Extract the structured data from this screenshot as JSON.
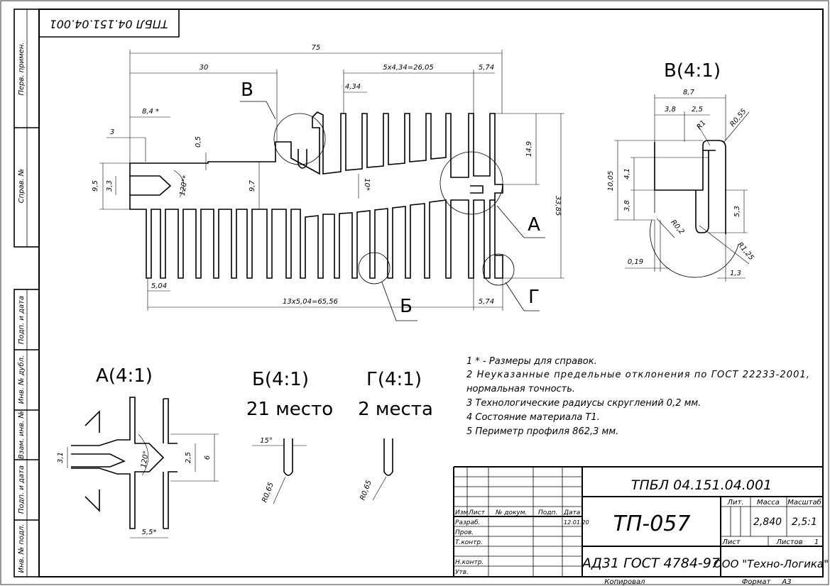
{
  "doc_code_rotated": "ТПБЛ 04.151.04.001",
  "side_labels": [
    "Перв. примен.",
    "Справ. №",
    "Подп. и дата",
    "Инв. № дубл.",
    "Взам. инв. №",
    "Подп. и дата",
    "Инв. № подл."
  ],
  "main_dims": {
    "d75": "75",
    "d30": "30",
    "d5x434": "5x4,34=26,05",
    "d574a": "5,74",
    "d434": "4,34",
    "d84": "8,4 *",
    "d3": "3",
    "d05": "0,5",
    "d95": "9,5",
    "d33": "3,3",
    "d120": "120°*",
    "d97": "9,7",
    "d10": "10*",
    "d149": "14,9",
    "d3385": "33,85",
    "d504": "5,04",
    "d13x504": "13x5,04=65,56",
    "d574b": "5,74"
  },
  "callouts": {
    "v": "В",
    "a": "А",
    "b": "Б",
    "g": "Г"
  },
  "view_v": {
    "title": "В(4:1)",
    "d87": "8,7",
    "d38": "3,8",
    "d25": "2,5",
    "r1": "R1",
    "r055": "R0,55",
    "d1005": "10,05",
    "d41": "4,1",
    "d38b": "3,8",
    "d53": "5,3",
    "r02": "R0,2",
    "d019": "0,19",
    "r125": "R1,25",
    "d13": "1,3"
  },
  "view_a": {
    "title": "А(4:1)",
    "d31": "3,1",
    "d120": "120°",
    "d25": "2,5",
    "d6": "6",
    "d55": "5,5*"
  },
  "view_b": {
    "title": "Б(4:1)",
    "subtitle": "21 место",
    "d15": "15°",
    "r065": "R0,65"
  },
  "view_g": {
    "title": "Г(4:1)",
    "subtitle": "2 места",
    "r065": "R0,65"
  },
  "notes": [
    "1 * - Размеры для справок.",
    "2 Неуказанные предельные отклонения по ГОСТ 22233-2001,",
    "нормальная точность.",
    "3 Технологические радиусы скруглений 0,2 мм.",
    "4 Состояние материала Т1.",
    "5 Периметр профиля 862,3 мм."
  ],
  "title_block": {
    "code": "ТПБЛ 04.151.04.001",
    "name": "ТП-057",
    "material": "АД31 ГОСТ 4784-97",
    "company": "ООО \"Техно-Логика\"",
    "lit_label": "Лит.",
    "mass_label": "Масса",
    "scale_label": "Масштаб",
    "mass": "2,840",
    "scale": "2,5:1",
    "sheet_label": "Лист",
    "sheets_label": "Листов",
    "sheets": "1",
    "h_izm": "Изм.",
    "h_list": "Лист",
    "h_doc": "№ докум.",
    "h_podp": "Подп.",
    "h_data": "Дата",
    "r_razrab": "Разраб.",
    "r_prov": "Пров.",
    "r_tkontr": "Т.контр.",
    "r_nkontr": "Н.контр.",
    "r_utv": "Утв.",
    "date": "12.01.20",
    "copied": "Копировал",
    "format_label": "Формат",
    "format": "А3"
  }
}
